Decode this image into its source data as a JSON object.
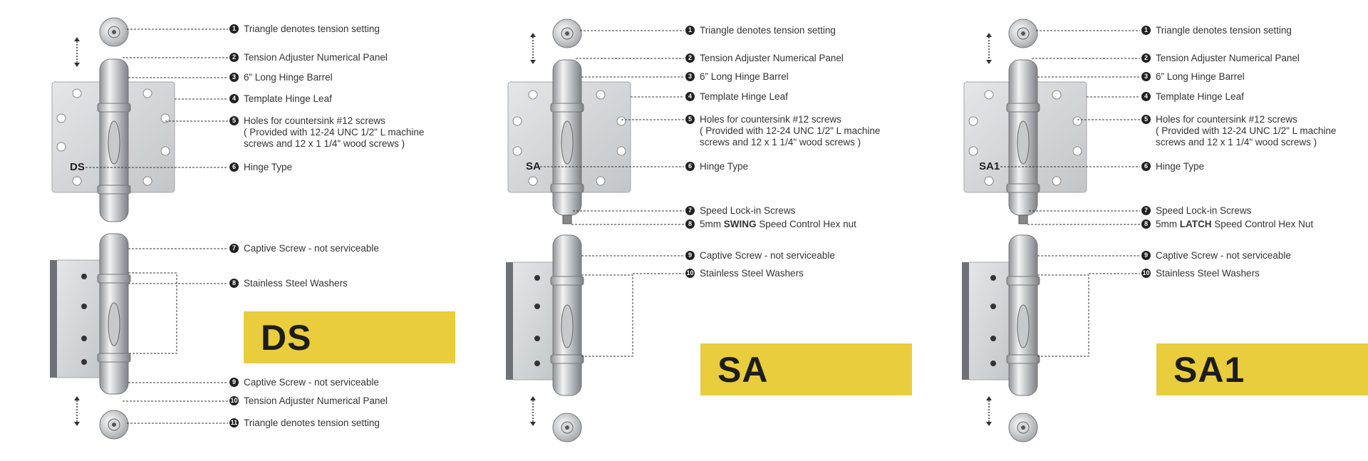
{
  "panels": [
    {
      "id": "ds",
      "type_label": "DS",
      "badge": "DS",
      "callouts": [
        {
          "n": "1",
          "text": "Triangle denotes tension setting"
        },
        {
          "n": "2",
          "text": "Tension Adjuster Numerical Panel"
        },
        {
          "n": "3",
          "text": "6” Long Hinge Barrel"
        },
        {
          "n": "4",
          "text": "Template Hinge Leaf"
        },
        {
          "n": "5",
          "text": "Holes for countersink #12 screws",
          "line2": "( Provided with 12-24 UNC 1/2\" L machine",
          "line3": "screws and 12 x 1 1/4\" wood screws )"
        },
        {
          "n": "6",
          "text": "Hinge Type"
        },
        {
          "n": "7",
          "text": "Captive Screw - not serviceable"
        },
        {
          "n": "8",
          "text": "Stainless Steel Washers"
        },
        {
          "n": "9",
          "text": "Captive Screw - not serviceable"
        },
        {
          "n": "10",
          "text": "Tension Adjuster Numerical Panel"
        },
        {
          "n": "11",
          "text": "Triangle denotes tension setting"
        }
      ]
    },
    {
      "id": "sa",
      "type_label": "SA",
      "badge": "SA",
      "callouts": [
        {
          "n": "1",
          "text": "Triangle denotes tension setting"
        },
        {
          "n": "2",
          "text": "Tension Adjuster Numerical Panel"
        },
        {
          "n": "3",
          "text": "6” Long Hinge Barrel"
        },
        {
          "n": "4",
          "text": "Template Hinge Leaf"
        },
        {
          "n": "5",
          "text": "Holes for countersink #12 screws",
          "line2": "( Provided with 12-24 UNC 1/2\" L machine",
          "line3": "screws and 12 x 1 1/4\" wood screws )"
        },
        {
          "n": "6",
          "text": "Hinge Type"
        },
        {
          "n": "7",
          "text": "Speed Lock-in Screws"
        },
        {
          "n": "8",
          "pre": "5mm ",
          "bold": "SWING",
          "post": " Speed Control Hex nut"
        },
        {
          "n": "9",
          "text": "Captive Screw - not serviceable"
        },
        {
          "n": "10",
          "text": "Stainless Steel Washers"
        }
      ]
    },
    {
      "id": "sa1",
      "type_label": "SA1",
      "badge": "SA1",
      "callouts": [
        {
          "n": "1",
          "text": "Triangle denotes tension setting"
        },
        {
          "n": "2",
          "text": "Tension Adjuster Numerical Panel"
        },
        {
          "n": "3",
          "text": "6” Long Hinge Barrel"
        },
        {
          "n": "4",
          "text": "Template Hinge Leaf"
        },
        {
          "n": "5",
          "text": "Holes for countersink #12 screws",
          "line2": "( Provided with 12-24 UNC 1/2\" L machine",
          "line3": "screws and 12 x 1 1/4\" wood screws )"
        },
        {
          "n": "6",
          "text": "Hinge Type"
        },
        {
          "n": "7",
          "text": "Speed Lock-in Screws"
        },
        {
          "n": "8",
          "pre": "5mm ",
          "bold": "LATCH",
          "post": " Speed Control Hex Nut"
        },
        {
          "n": "9",
          "text": "Captive Screw - not serviceable"
        },
        {
          "n": "10",
          "text": "Stainless Steel Washers"
        }
      ]
    }
  ],
  "colors": {
    "badge": "#e9cd3c",
    "steel": "#c9cccf",
    "ink": "#222222"
  },
  "icons": [
    "tension-dial-icon",
    "hinge-leaf-icon",
    "hinge-barrel-icon",
    "double-arrow-icon"
  ]
}
